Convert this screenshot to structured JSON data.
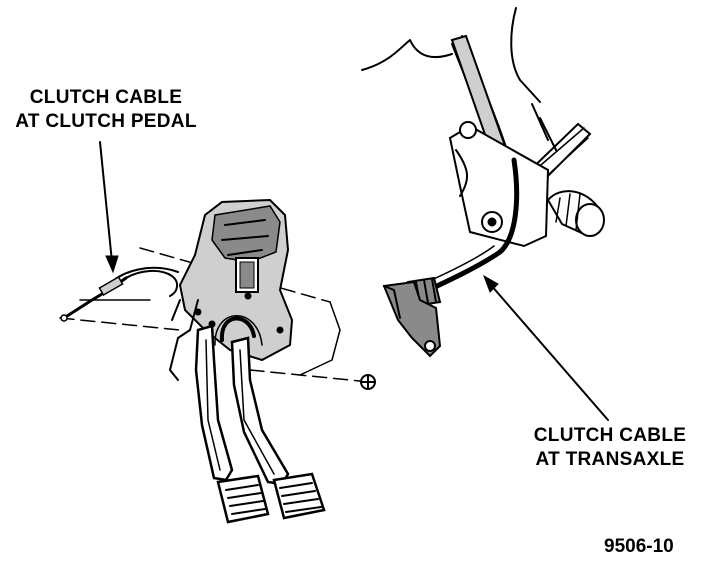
{
  "labels": {
    "pedal_line1": "CLUTCH CABLE",
    "pedal_line2": "AT CLUTCH PEDAL",
    "transaxle_line1": "CLUTCH CABLE",
    "transaxle_line2": "AT TRANSAXLE"
  },
  "figure_number": "9506-10",
  "colors": {
    "ink": "#000000",
    "paper": "#ffffff",
    "shade": "#8a8a8a"
  }
}
